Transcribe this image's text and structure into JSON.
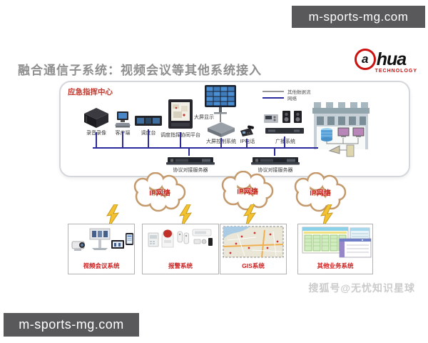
{
  "watermarks": {
    "top_right": "m-sports-mg.com",
    "bottom_left": "m-sports-mg.com",
    "sohu": "搜狐号@无忧知识星球"
  },
  "header": {
    "title": "融合通信子系统：视频会议等其他系统接入",
    "logo": {
      "a": "a",
      "hua": "hua",
      "sub": "TECHNOLOGY"
    }
  },
  "command_center": {
    "label": "应急指挥中心",
    "devices": [
      "录音录像",
      "客户端",
      "调度台",
      "调度指挥协同平台",
      "大屏显示",
      "大屏控制系统",
      "IP电话",
      "广播系统"
    ],
    "server_label_1": "协议对接服务器",
    "server_label_2": "协议对接服务器",
    "legend": [
      {
        "label": "其他数据流",
        "color": "#9a9a9a"
      },
      {
        "label": "网络",
        "color": "#2b2b9e"
      }
    ]
  },
  "network_clouds": [
    "IP网络",
    "IP网络",
    "IP网络"
  ],
  "systems": [
    "视频会议系统",
    "报警系统",
    "GIS系统",
    "其他业务系统"
  ],
  "colors": {
    "accent_red": "#c0392b",
    "label_red": "#cc2222",
    "line_blue": "#2b2b9e",
    "cloud_tan": "#c49a6c",
    "lightning_gold": "#f2c230",
    "watermark_bg": "#59595b",
    "title_gray": "#8f8f8f"
  }
}
